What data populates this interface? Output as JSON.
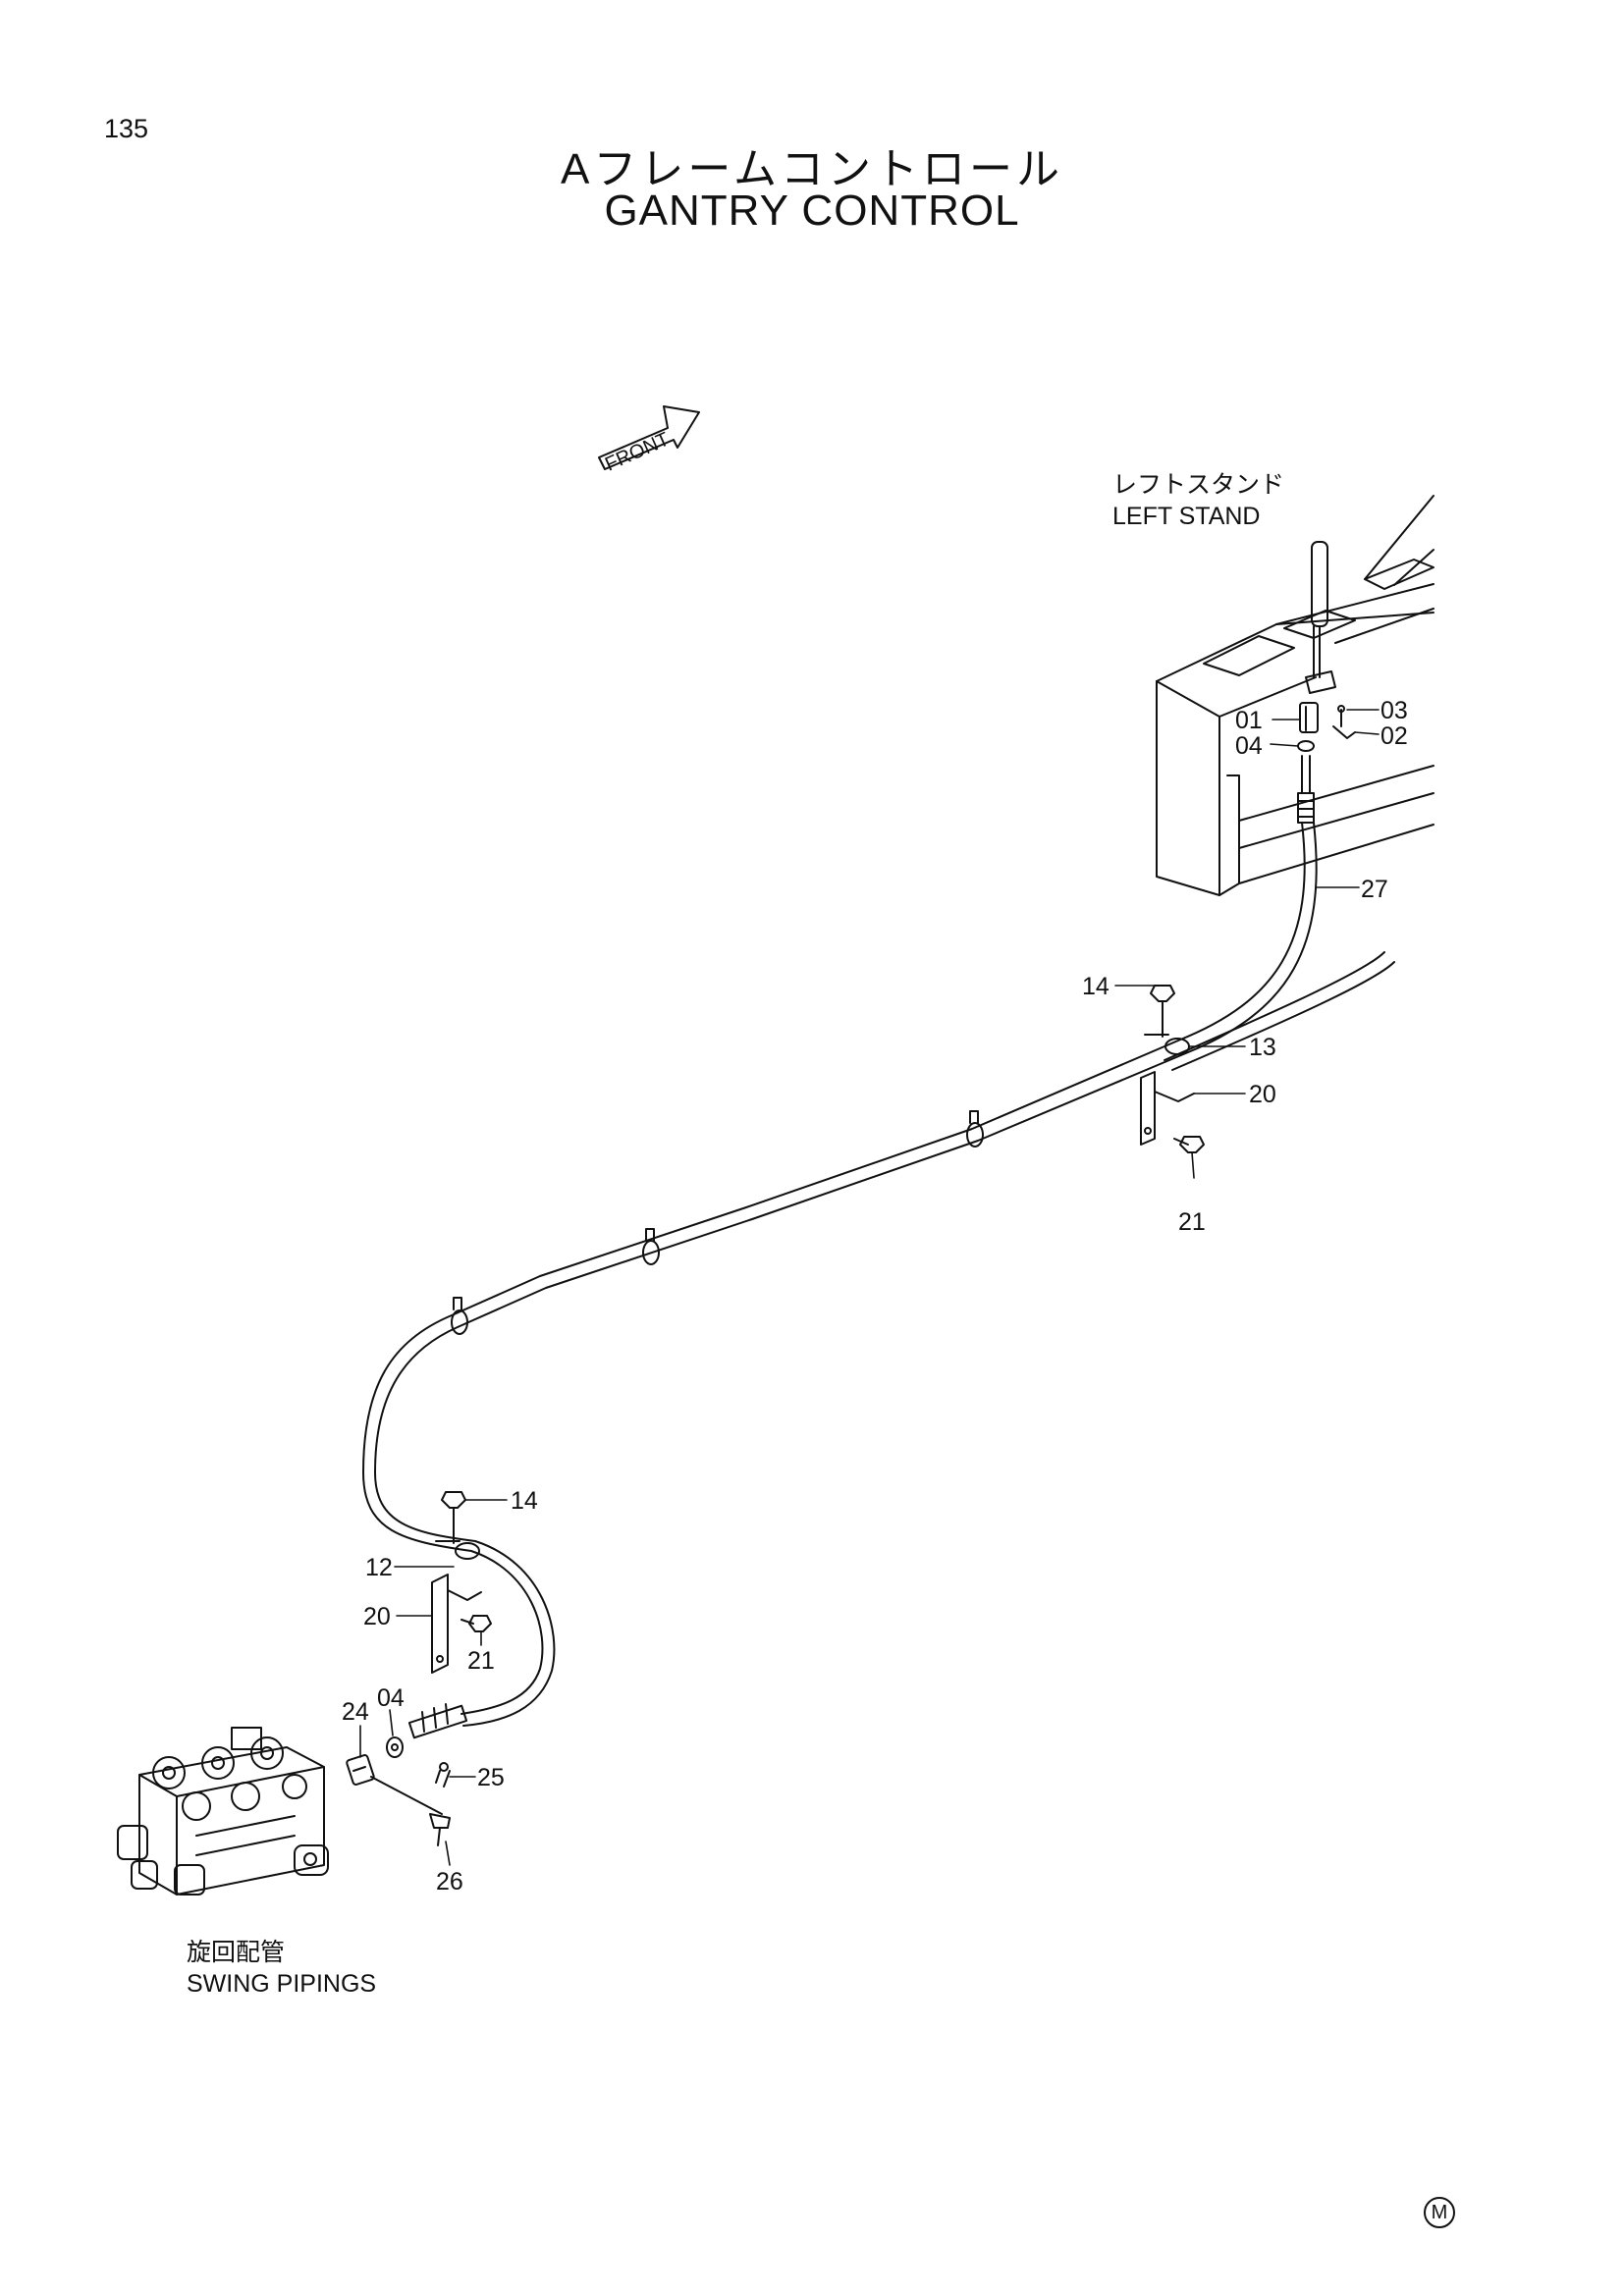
{
  "page": {
    "number": "135",
    "title_jp": "Aフレームコントロール",
    "title_en": "GANTRY CONTROL"
  },
  "direction": {
    "label": "FRONT"
  },
  "captions": {
    "left_stand_jp": "レフトスタンド",
    "left_stand_en": "LEFT STAND",
    "swing_pipings_jp": "旋回配管",
    "swing_pipings_en": "SWING PIPINGS"
  },
  "callouts": {
    "c01": "01",
    "c02": "02",
    "c03": "03",
    "c04_top": "04",
    "c27": "27",
    "c14_top": "14",
    "c13": "13",
    "c20_top": "20",
    "c21_top": "21",
    "c14_bottom": "14",
    "c12": "12",
    "c20_bottom": "20",
    "c21_bottom": "21",
    "c24": "24",
    "c04_bottom": "04",
    "c25": "25",
    "c26": "26"
  },
  "corner_mark": "M"
}
